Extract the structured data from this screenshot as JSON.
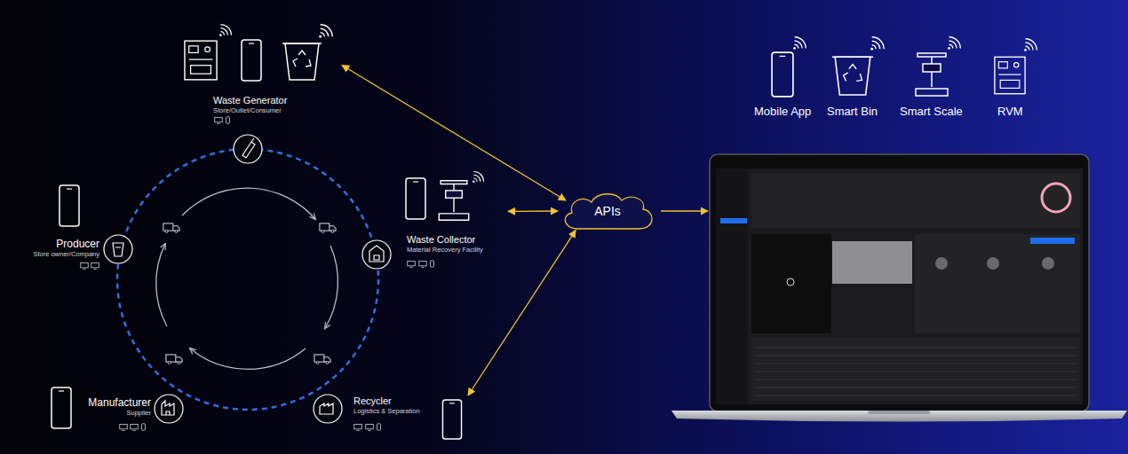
{
  "diagram": {
    "nodes": [
      {
        "text": [
          "Waste Generator",
          "Store/Outlet/Consumer"
        ]
      },
      {
        "text": [
          "APIs"
        ]
      },
      {
        "text": [
          "Producer",
          "Store owner/Company"
        ]
      },
      {
        "text": [
          "Waste Collector",
          "Material Recovery Facility"
        ]
      },
      {
        "text": [
          "Manufacturer",
          "Supplier"
        ]
      },
      {
        "text": [
          "Recycler",
          "Logistics & Separation"
        ]
      }
    ],
    "edges": [
      {
        "from": 1,
        "to": 0,
        "arrow": "both"
      },
      {
        "from": 1,
        "to": 3,
        "arrow": "both"
      },
      {
        "from": 1,
        "to": 5,
        "arrow": "both"
      }
    ],
    "labels": [
      "Mobile App",
      "Smart Bin",
      "Smart Scale",
      "RVM"
    ]
  }
}
